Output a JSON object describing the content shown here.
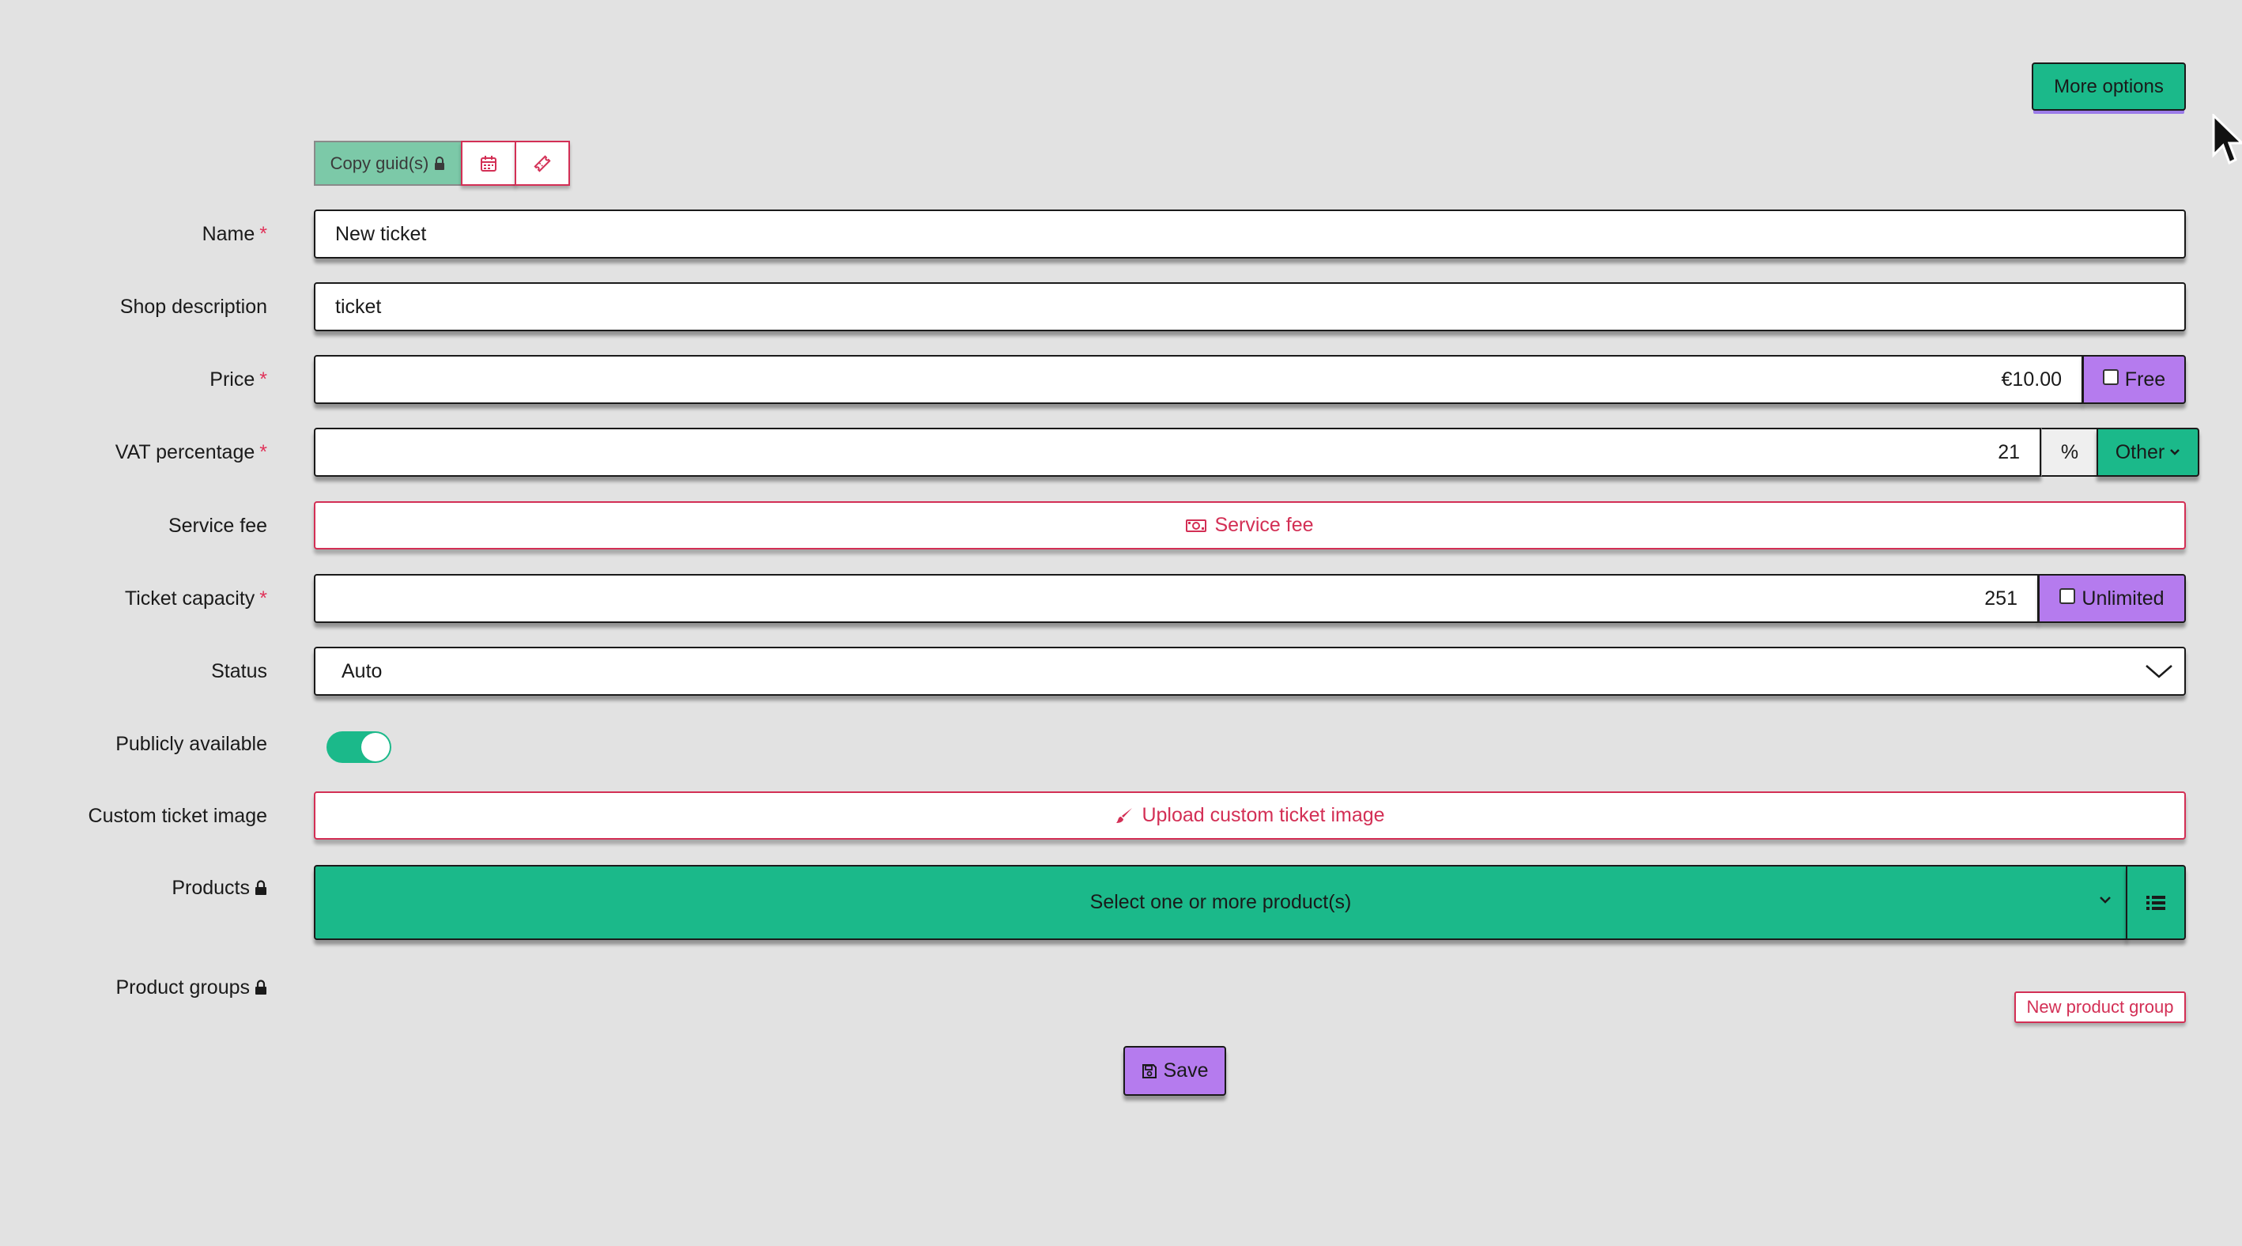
{
  "header": {
    "more_options_label": "More options"
  },
  "toolbar": {
    "copy_guid_label": "Copy guid(s)"
  },
  "form": {
    "name": {
      "label": "Name",
      "value": "New ticket",
      "required_mark": "*"
    },
    "shop_description": {
      "label": "Shop description",
      "value": "ticket"
    },
    "price": {
      "label": "Price",
      "value": "€10.00",
      "free_label": "Free",
      "required_mark": "*"
    },
    "vat": {
      "label": "VAT percentage",
      "value": "21",
      "unit": "%",
      "dropdown_label": "Other",
      "required_mark": "*"
    },
    "service_fee": {
      "label": "Service fee",
      "button_label": "Service fee"
    },
    "capacity": {
      "label": "Ticket capacity",
      "value": "251",
      "unlimited_label": "Unlimited",
      "required_mark": "*"
    },
    "status": {
      "label": "Status",
      "value": "Auto"
    },
    "publicly_available": {
      "label": "Publicly available",
      "enabled": true
    },
    "custom_image": {
      "label": "Custom ticket image",
      "button_label": "Upload custom ticket image"
    },
    "products": {
      "label": "Products",
      "placeholder": "Select one or more product(s)"
    },
    "product_groups": {
      "label": "Product groups",
      "new_button_label": "New product group"
    }
  },
  "save_label": "Save",
  "colors": {
    "accent_green": "#1bb98a",
    "accent_purple": "#b57bee",
    "danger": "#d32f55"
  }
}
